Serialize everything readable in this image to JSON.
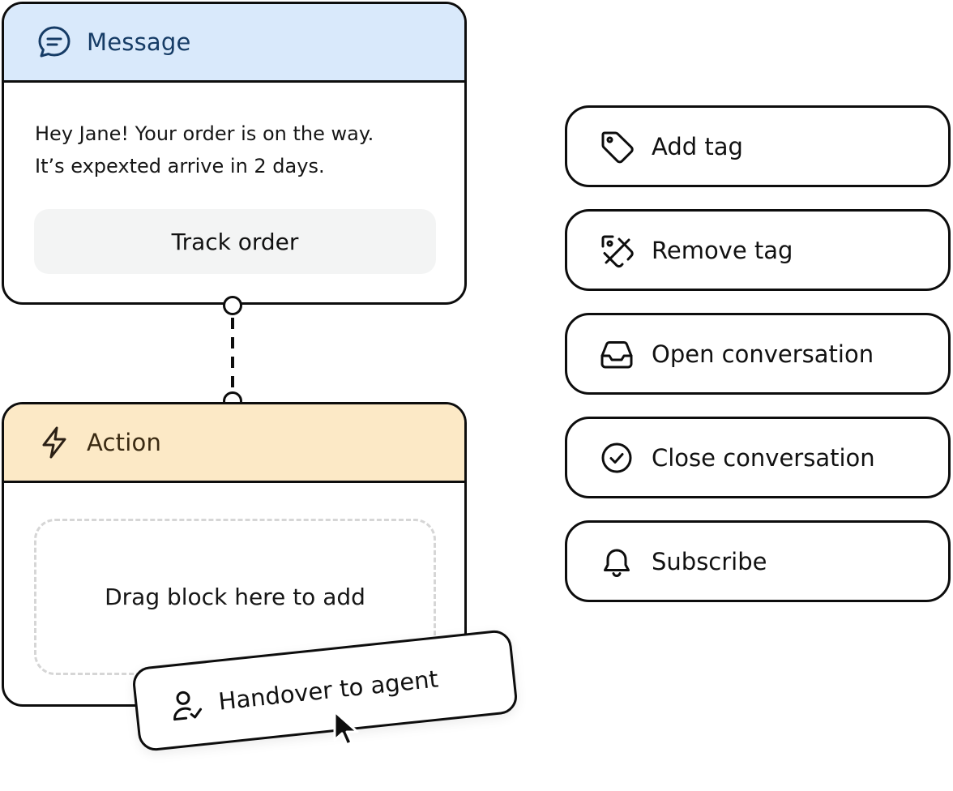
{
  "message_card": {
    "title": "Message",
    "icon": "chat-bubble-icon",
    "text_lines": [
      "Hey Jane! Your order is on the way.",
      "It’s expexted arrive in 2 days."
    ],
    "button_label": "Track order",
    "header_color": "#d9e9fb"
  },
  "action_card": {
    "title": "Action",
    "icon": "lightning-icon",
    "drop_zone_text": "Drag block here to add",
    "header_color": "#fce9c6"
  },
  "dragged_block": {
    "label": "Handover to agent",
    "icon": "user-check-icon"
  },
  "action_buttons": [
    {
      "label": "Add tag",
      "icon": "tag-icon"
    },
    {
      "label": "Remove tag",
      "icon": "tag-remove-icon"
    },
    {
      "label": "Open conversation",
      "icon": "inbox-icon"
    },
    {
      "label": "Close conversation",
      "icon": "check-circle-icon"
    },
    {
      "label": "Subscribe",
      "icon": "bell-icon"
    }
  ]
}
